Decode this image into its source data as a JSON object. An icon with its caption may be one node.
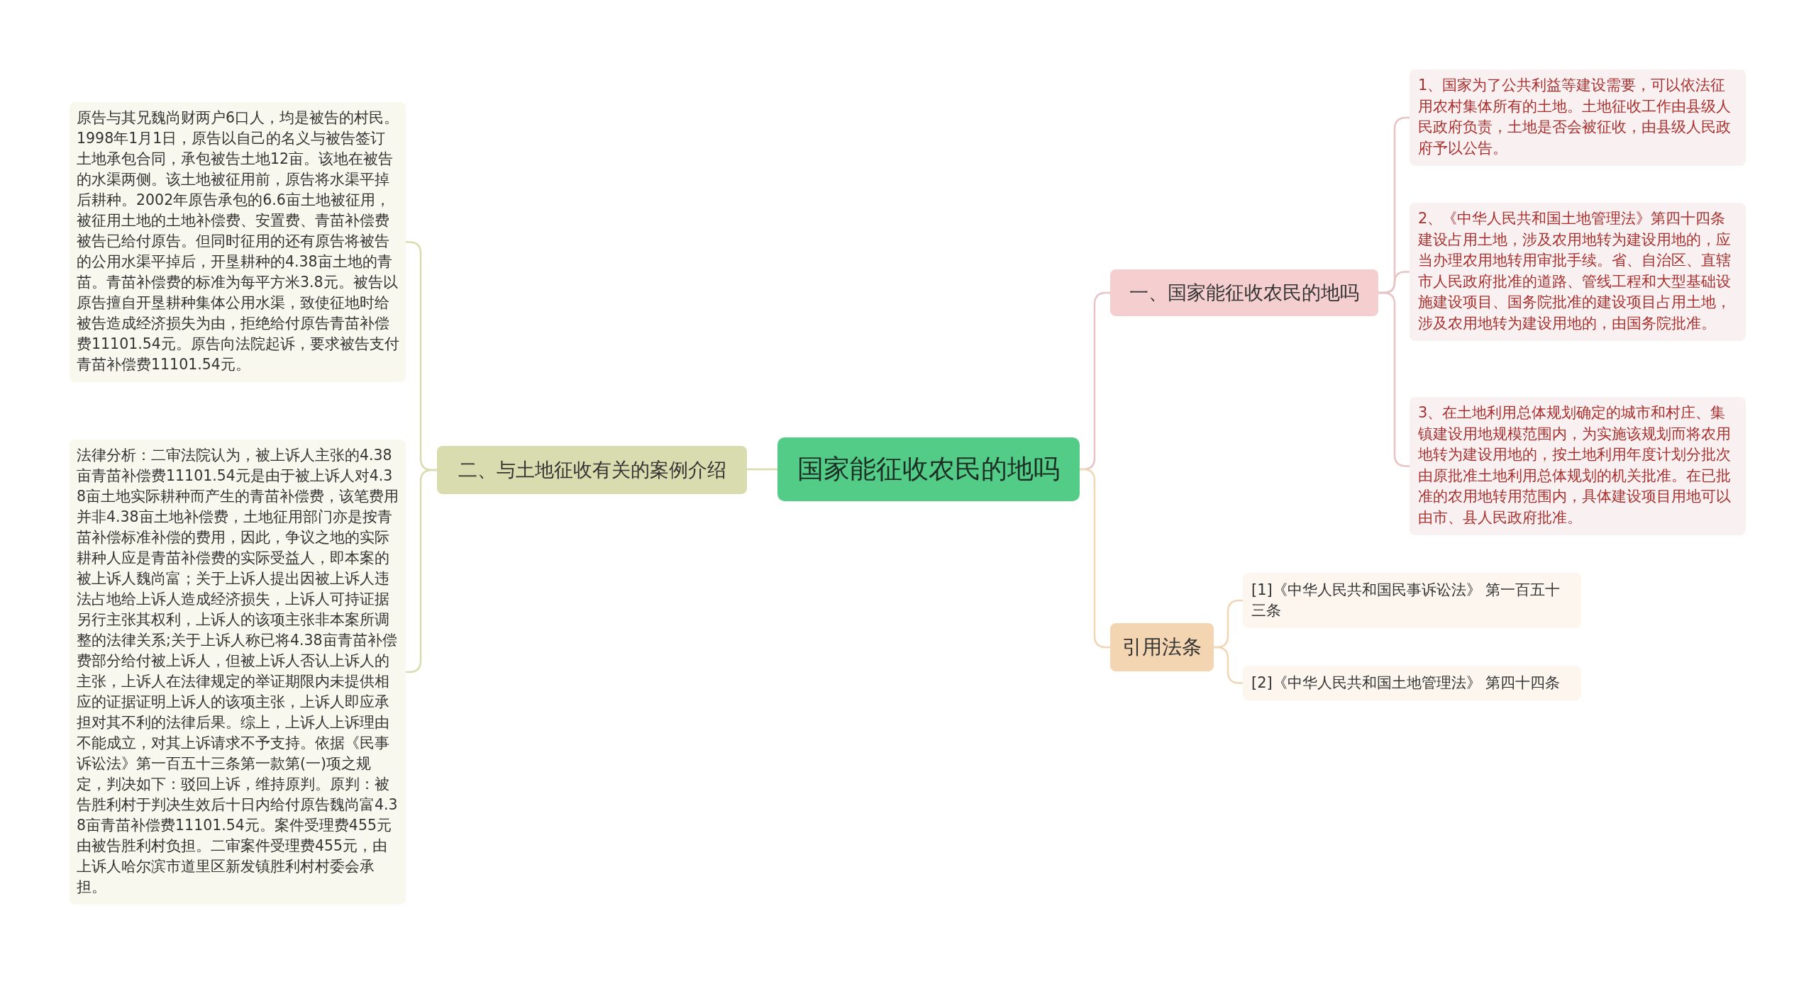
{
  "diagram": {
    "nodes": [
      {
        "text": [
          "国家能征收农民的地吗"
        ]
      },
      {
        "text": [
          "一、国家能征收农民的地吗"
        ]
      },
      {
        "text": [
          "1、国家为了公共利益等建设需要，可以依法征用农村集体所有的土地。土地征收工作由县级人民政府负责，土地是否会被征收，由县级人民政府予以公告。"
        ]
      },
      {
        "text": [
          "2、《中华人民共和国土地管理法》第四十四条建设占用土地，涉及农用地转为建设用地的，应当办理农用地转用审批手续。省、自治区、直辖市人民政府批准的道路、管线工程和大型基础设施建设项目、国务院批准的建设项目占用土地，涉及农用地转为建设用地的，由国务院批准。"
        ]
      },
      {
        "text": [
          "3、在土地利用总体规划确定的城市和村庄、集镇建设用地规模范围内，为实施该规划而将农用地转为建设用地的，按土地利用年度计划分批次由原批准土地利用总体规划的机关批准。在已批准的农用地转用范围内，具体建设项目用地可以由市、县人民政府批准。"
        ]
      },
      {
        "text": [
          "二、与土地征收有关的案例介绍"
        ]
      },
      {
        "text": [
          "原告与其兄魏尚财两户6口人，均是被告的村民。1998年1月1日，原告以自己的名义与被告签订土地承包合同，承包被告土地12亩。该地在被告的水渠两侧。该土地被征用前，原告将水渠平掉后耕种。2002年原告承包的6.6亩土地被征用，被征用土地的土地补偿费、安置费、青苗补偿费被告已给付原告。但同时征用的还有原告将被告的公用水渠平掉后，开垦耕种的4.38亩土地的青苗。青苗补偿费的标准为每平方米3.8元。被告以原告擅自开垦耕种集体公用水渠，致使征地时给被告造成经济损失为由，拒绝给付原告青苗补偿费11101.54元。原告向法院起诉，要求被告支付青苗补偿费11101.54元。"
        ]
      },
      {
        "text": [
          "法律分析：二审法院认为，被上诉人主张的4.38亩青苗补偿费11101.54元是由于被上诉人对4.38亩土地实际耕种而产生的青苗补偿费，该笔费用并非4.38亩土地补偿费，土地征用部门亦是按青苗补偿标准补偿的费用，因此，争议之地的实际耕种人应是青苗补偿费的实际受益人，即本案的被上诉人魏尚富；关于上诉人提出因被上诉人违法占地给上诉人造成经济损失，上诉人可持证据另行主张其权利，上诉人的该项主张非本案所调整的法律关系;关于上诉人称已将4.38亩青苗补偿费部分给付被上诉人，但被上诉人否认上诉人的主张，上诉人在法律规定的举证期限内未提供相应的证据证明上诉人的该项主张，上诉人即应承担对其不利的法律后果。综上，上诉人上诉理由不能成立，对其上诉请求不予支持。依据《民事诉讼法》第一百五十三条第一款第(一)项之规定，判决如下：驳回上诉，维持原判。原判：被告胜利村于判决生效后十日内给付原告魏尚富4.38亩青苗补偿费11101.54元。案件受理费455元由被告胜利村负担。二审案件受理费455元，由上诉人哈尔滨市道里区新发镇胜利村村委会承担。"
        ]
      },
      {
        "text": [
          "引用法条"
        ]
      },
      {
        "text": [
          "[1]《中华人民共和国民事诉讼法》 第一百五十三条"
        ]
      },
      {
        "text": [
          "[2]《中华人民共和国土地管理法》 第四十四条"
        ]
      }
    ],
    "edges": [
      {
        "from": 0,
        "to": 1,
        "arrow": "none",
        "color": "#e8c4c4"
      },
      {
        "from": 1,
        "to": 2,
        "arrow": "none",
        "color": "#e8c4c4"
      },
      {
        "from": 1,
        "to": 3,
        "arrow": "none",
        "color": "#e8c4c4"
      },
      {
        "from": 1,
        "to": 4,
        "arrow": "none",
        "color": "#e8c4c4"
      },
      {
        "from": 0,
        "to": 5,
        "arrow": "none",
        "color": "#d9dcae"
      },
      {
        "from": 5,
        "to": 6,
        "arrow": "none",
        "color": "#d9dcae"
      },
      {
        "from": 5,
        "to": 7,
        "arrow": "none",
        "color": "#d9dcae"
      },
      {
        "from": 0,
        "to": 8,
        "arrow": "none",
        "color": "#f0d6b4"
      },
      {
        "from": 8,
        "to": 9,
        "arrow": "none",
        "color": "#f0d6b4"
      },
      {
        "from": 8,
        "to": 10,
        "arrow": "none",
        "color": "#f0d6b4"
      }
    ]
  }
}
